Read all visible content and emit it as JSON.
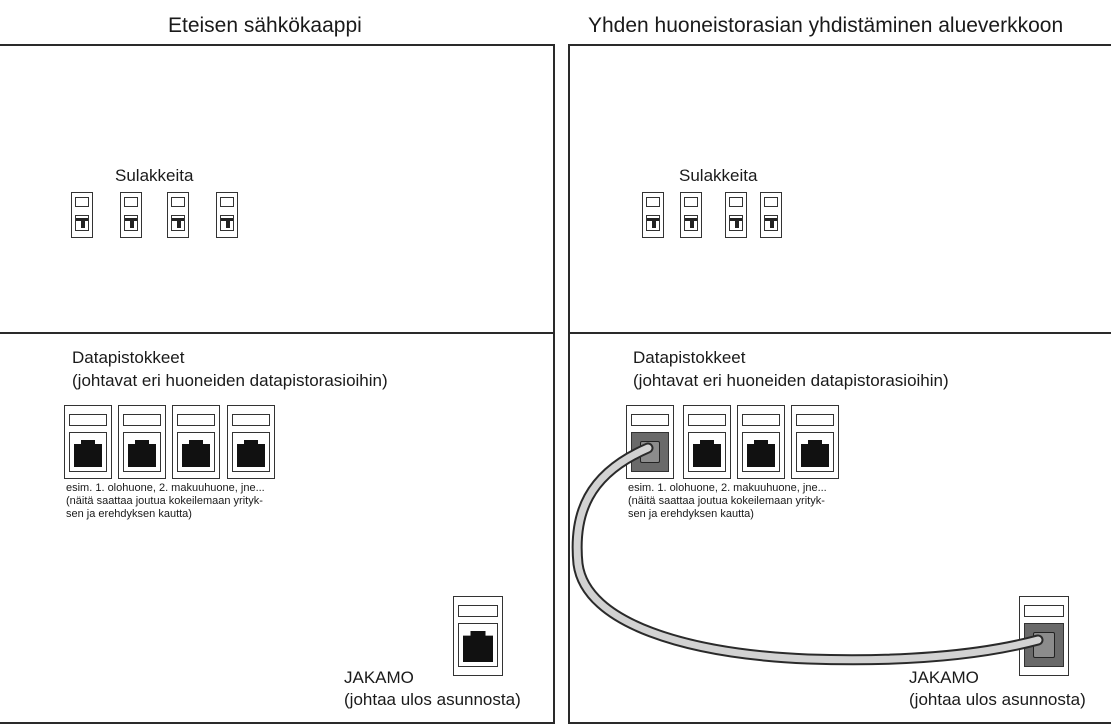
{
  "left_panel": {
    "title": "Eteisen sähkökaappi",
    "fuse_label": "Sulakkeita",
    "data_label_line1": "Datapistokkeet",
    "data_label_line2": "(johtavat eri huoneiden datapistorasioihin)",
    "jack_note": "esim. 1. olohuone, 2. makuuhuone, jne...\n(näitä saattaa joutua kokeilemaan yrityk-\nsen ja erehdyksen kautta)",
    "jakamo_label": "JAKAMO",
    "jakamo_sublabel": "(johtaa ulos asunnosta)"
  },
  "right_panel": {
    "title": "Yhden huoneistorasian yhdistäminen alueverkkoon",
    "fuse_label": "Sulakkeita",
    "data_label_line1": "Datapistokkeet",
    "data_label_line2": "(johtavat eri huoneiden datapistorasioihin)",
    "jack_note": "esim. 1. olohuone, 2. makuuhuone, jne...\n(näitä saattaa joutua kokeilemaan yrityk-\nsen ja erehdyksen kautta)",
    "jakamo_label": "JAKAMO",
    "jakamo_sublabel": "(johtaa ulos asunnosta)"
  },
  "colors": {
    "line": "#2a2a2a",
    "cable_fill": "#d2d2d2",
    "port_black": "#111111",
    "plug_gray": "#8c8c8c"
  }
}
